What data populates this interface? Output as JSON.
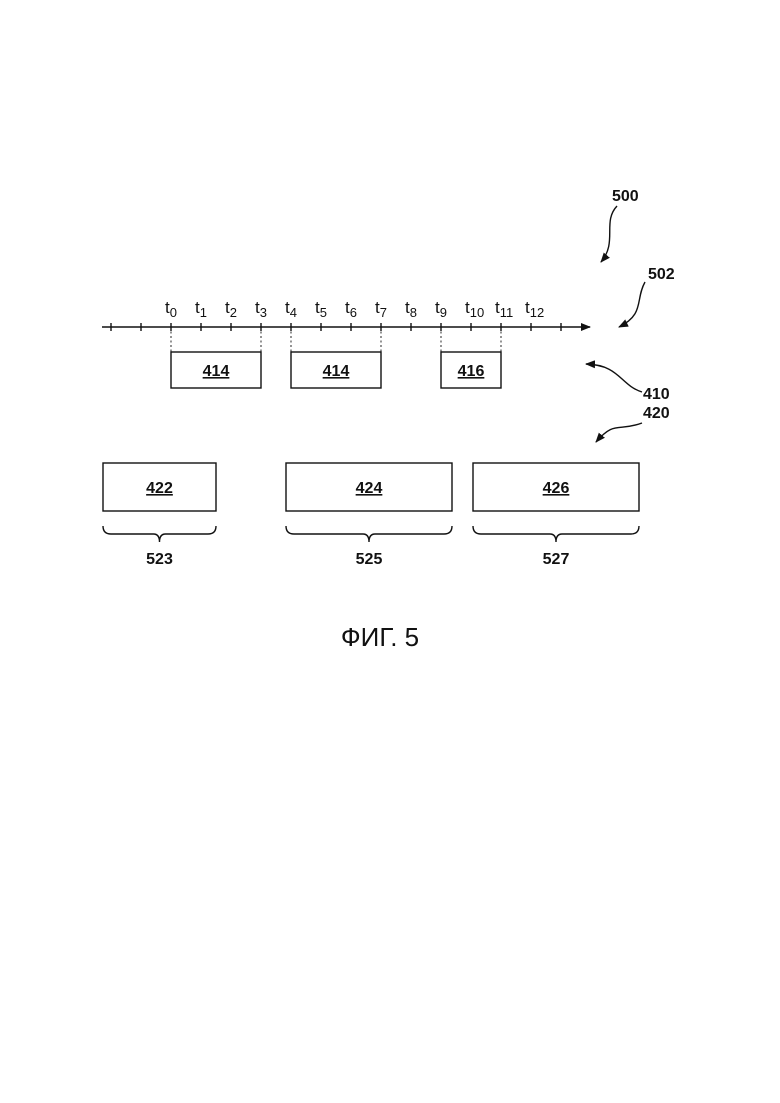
{
  "figure": {
    "reference_label": "500",
    "timeline_label": "502",
    "caption": "ФИГ. 5"
  },
  "timeline": {
    "ticks": [
      {
        "base": "t",
        "sub": "0"
      },
      {
        "base": "t",
        "sub": "1"
      },
      {
        "base": "t",
        "sub": "2"
      },
      {
        "base": "t",
        "sub": "3"
      },
      {
        "base": "t",
        "sub": "4"
      },
      {
        "base": "t",
        "sub": "5"
      },
      {
        "base": "t",
        "sub": "6"
      },
      {
        "base": "t",
        "sub": "7"
      },
      {
        "base": "t",
        "sub": "8"
      },
      {
        "base": "t",
        "sub": "9"
      },
      {
        "base": "t",
        "sub": "10"
      },
      {
        "base": "t",
        "sub": "11"
      },
      {
        "base": "t",
        "sub": "12"
      }
    ]
  },
  "row1": {
    "label": "410",
    "boxes": [
      {
        "label": "414",
        "start_tick": 0,
        "end_tick": 3
      },
      {
        "label": "414",
        "start_tick": 4,
        "end_tick": 7
      },
      {
        "label": "416",
        "start_tick": 9,
        "end_tick": 11
      }
    ]
  },
  "row2": {
    "label": "420",
    "boxes": [
      {
        "label": "422",
        "brace_label": "523"
      },
      {
        "label": "424",
        "brace_label": "525"
      },
      {
        "label": "426",
        "brace_label": "527"
      }
    ]
  }
}
